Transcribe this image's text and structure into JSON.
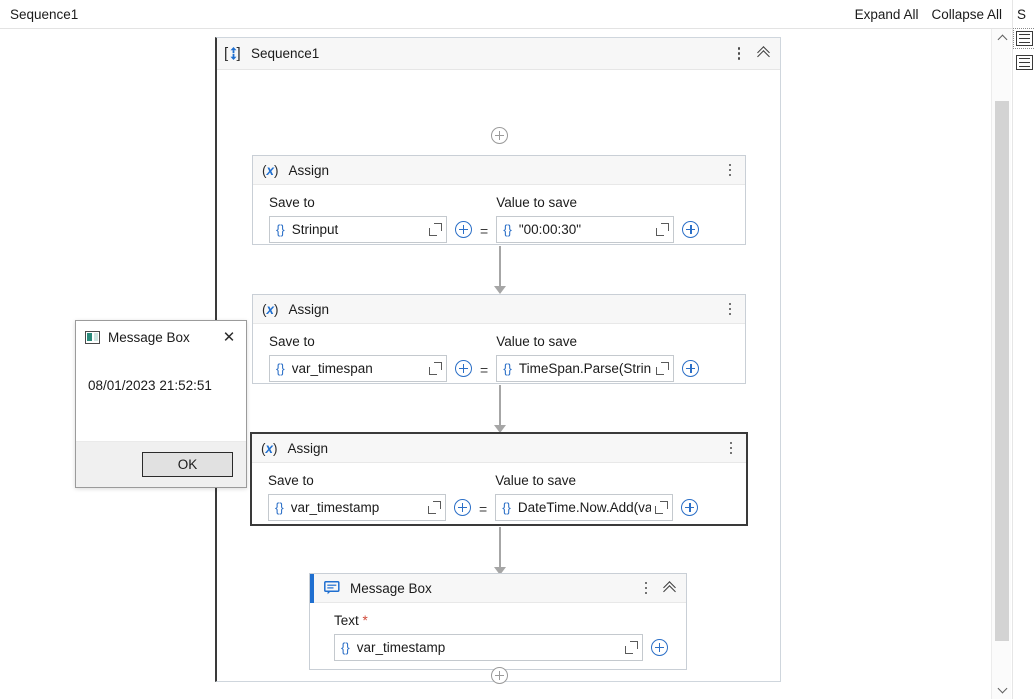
{
  "topbar": {
    "title": "Sequence1",
    "expand_all_label": "Expand All",
    "collapse_all_label": "Collapse All"
  },
  "right_panel": {
    "title_fragment": "S",
    "items": [
      "list-icon",
      "list-icon"
    ]
  },
  "sequence": {
    "title": "Sequence1",
    "icon": "sequence-icon",
    "menu_icon": "kebab-menu-icon",
    "collapse_icon": "chevron-up-icon",
    "top_add_label": "+",
    "bottom_add_label": "+"
  },
  "activities": [
    {
      "id": "assign-1",
      "type_icon": "(x)",
      "title": "Assign",
      "selected": false,
      "accent": false,
      "has_collapse": false,
      "fields": [
        {
          "label": "Save to",
          "required": false,
          "value": "Strinput",
          "braces": "{}"
        },
        {
          "label": "Value to save",
          "required": false,
          "value": "\"00:00:30\"",
          "braces": "{}"
        }
      ],
      "operator": "="
    },
    {
      "id": "assign-2",
      "type_icon": "(x)",
      "title": "Assign",
      "selected": false,
      "accent": false,
      "has_collapse": false,
      "fields": [
        {
          "label": "Save to",
          "required": false,
          "value": "var_timespan",
          "braces": "{}"
        },
        {
          "label": "Value to save",
          "required": false,
          "value": "TimeSpan.Parse(Strinp",
          "braces": "{}"
        }
      ],
      "operator": "="
    },
    {
      "id": "assign-3",
      "type_icon": "(x)",
      "title": "Assign",
      "selected": true,
      "accent": false,
      "has_collapse": false,
      "fields": [
        {
          "label": "Save to",
          "required": false,
          "value": "var_timestamp",
          "braces": "{}"
        },
        {
          "label": "Value to save",
          "required": false,
          "value": "DateTime.Now.Add(va",
          "braces": "{}"
        }
      ],
      "operator": "="
    },
    {
      "id": "message-box",
      "type_icon": "message-icon",
      "title": "Message Box",
      "selected": false,
      "accent": true,
      "has_collapse": true,
      "fields": [
        {
          "label": "Text",
          "required": true,
          "value": "var_timestamp",
          "braces": "{}"
        }
      ],
      "operator": ""
    }
  ],
  "dialog": {
    "title": "Message Box",
    "icon": "window-icon",
    "close_label": "✕",
    "message": "08/01/2023 21:52:51",
    "ok_label": "OK"
  },
  "scrollbar": {
    "up_label": "scroll-up",
    "down_label": "scroll-down"
  },
  "colors": {
    "accent_blue": "#1f6fd0",
    "link_blue": "#2b6fc7",
    "selection_border": "#3a3a3a",
    "required_red": "#d04a3a"
  }
}
